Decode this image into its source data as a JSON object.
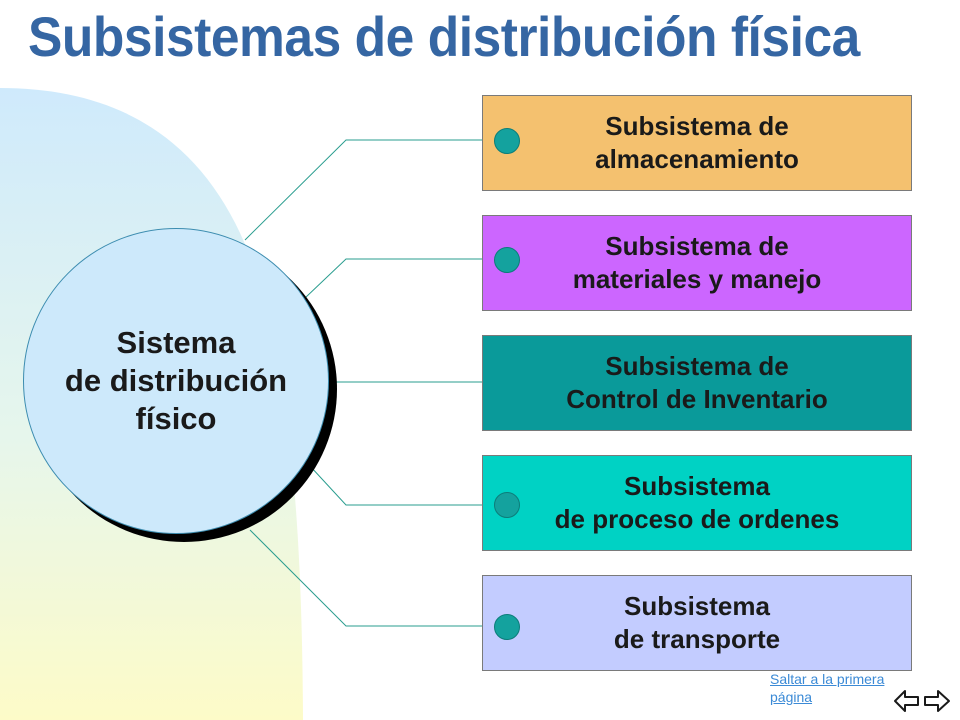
{
  "title": "Subsistemas de distribución física",
  "hub": {
    "lines": [
      "Sistema",
      "de distribución",
      "físico"
    ]
  },
  "subsystems": [
    {
      "lines": [
        "Subsistema de",
        "almacenamiento"
      ],
      "color": "#f4c16f",
      "has_dot": true
    },
    {
      "lines": [
        "Subsistema de",
        "materiales y manejo"
      ],
      "color": "#cc66ff",
      "has_dot": true
    },
    {
      "lines": [
        "Subsistema de",
        "Control de Inventario"
      ],
      "color": "#0a9a9a",
      "has_dot": false
    },
    {
      "lines": [
        "Subsistema",
        "de proceso de ordenes"
      ],
      "color": "#00d2c4",
      "has_dot": true
    },
    {
      "lines": [
        "Subsistema",
        "de transporte"
      ],
      "color": "#c3ccff",
      "has_dot": true
    }
  ],
  "colors": {
    "title": "#3566a3",
    "hub_fill": "#cde9fb",
    "dot": "#14a29e",
    "connector": "#2a9d8f",
    "background_blob_top": "#cfeafc",
    "background_blob_bottom": "#fdfbc8"
  },
  "footer": {
    "home_link": "Saltar a la primera página",
    "nav_prev_icon": "arrow-left-icon",
    "nav_next_icon": "arrow-right-icon"
  }
}
